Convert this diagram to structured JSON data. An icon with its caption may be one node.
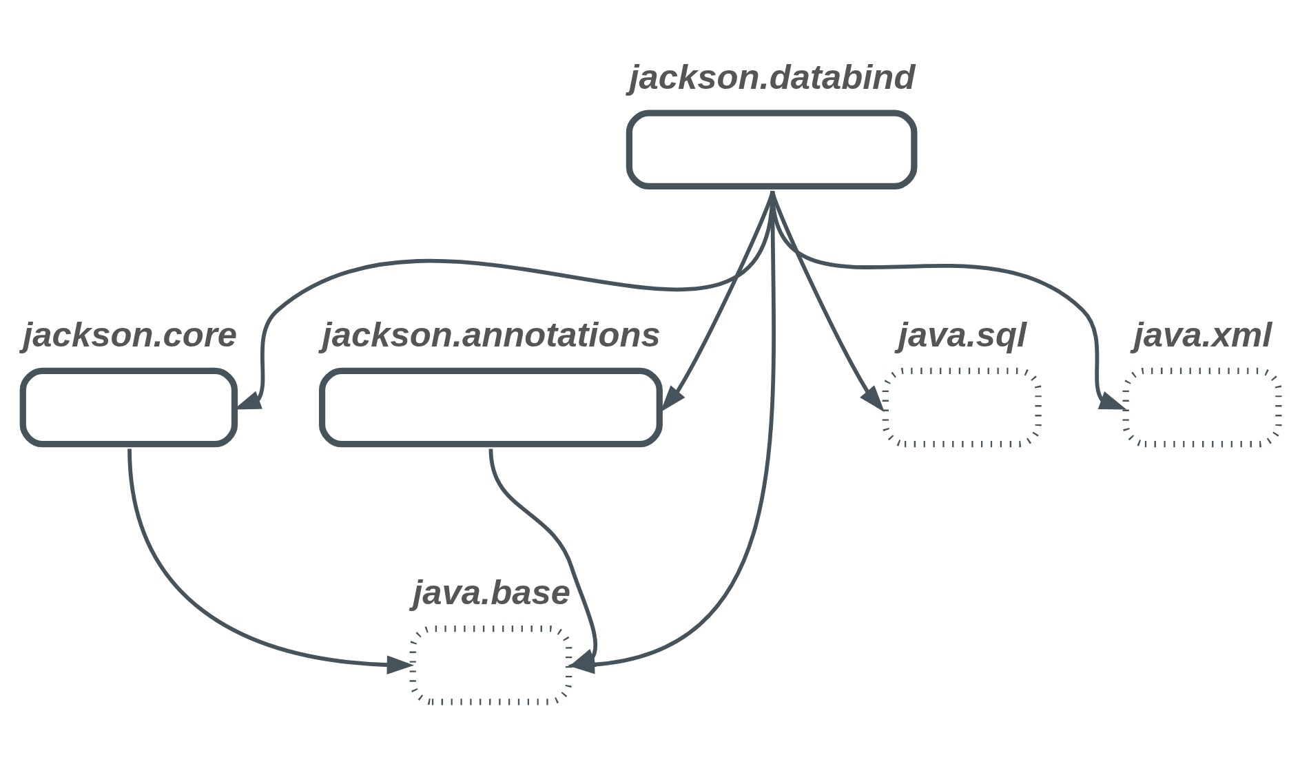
{
  "diagram": {
    "nodes": [
      {
        "text": [
          "jackson.databind"
        ]
      },
      {
        "text": [
          "jackson.core"
        ]
      },
      {
        "text": [
          "jackson.annotations"
        ]
      },
      {
        "text": [
          "java.base"
        ]
      },
      {
        "text": [
          "java.sql"
        ]
      },
      {
        "text": [
          "java.xml"
        ]
      }
    ],
    "edges": [
      {
        "from": 0,
        "to": 1,
        "arrow": "to"
      },
      {
        "from": 0,
        "to": 2,
        "arrow": "to"
      },
      {
        "from": 0,
        "to": 3,
        "arrow": "to"
      },
      {
        "from": 0,
        "to": 4,
        "arrow": "to"
      },
      {
        "from": 0,
        "to": 5,
        "arrow": "to"
      },
      {
        "from": 1,
        "to": 3,
        "arrow": "to"
      },
      {
        "from": 2,
        "to": 3,
        "arrow": "to"
      }
    ]
  }
}
